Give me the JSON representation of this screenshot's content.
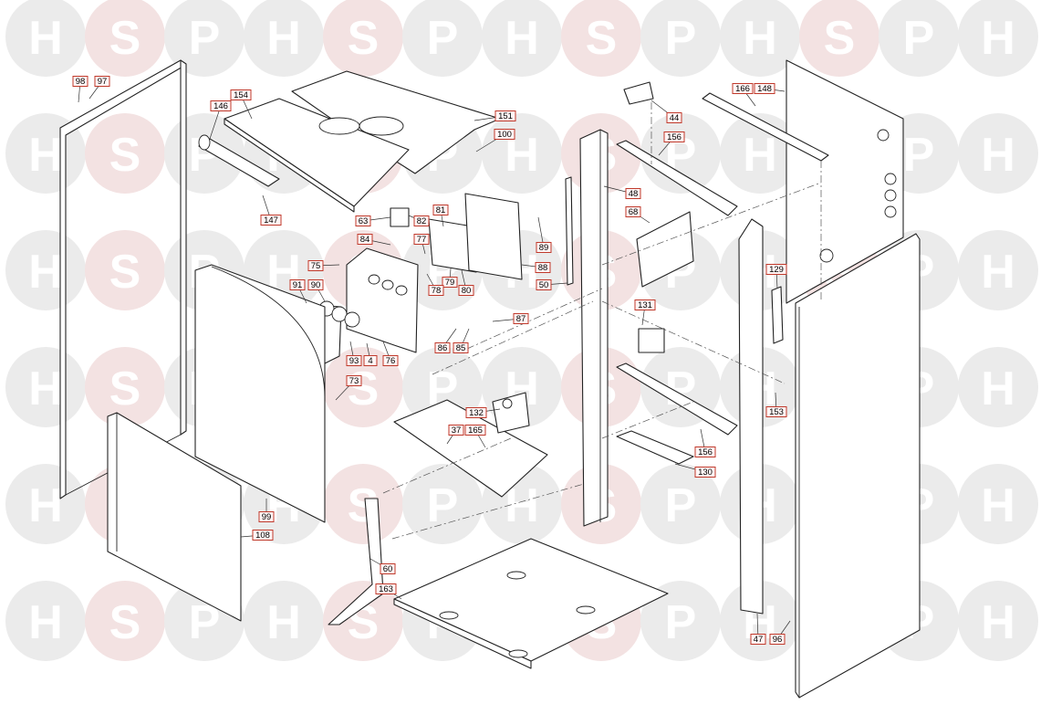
{
  "watermark": {
    "letters": [
      "H",
      "S",
      "P"
    ],
    "accent_color": "#f3e2e2",
    "base_color": "#ebebeb"
  },
  "callouts": [
    "98",
    "97",
    "154",
    "146",
    "151",
    "100",
    "147",
    "63",
    "82",
    "81",
    "84",
    "77",
    "75",
    "91",
    "90",
    "79",
    "78",
    "80",
    "89",
    "88",
    "50",
    "48",
    "68",
    "44",
    "156",
    "166",
    "148",
    "129",
    "131",
    "153",
    "93",
    "4",
    "76",
    "73",
    "87",
    "86",
    "85",
    "132",
    "37",
    "165",
    "156",
    "130",
    "99",
    "108",
    "60",
    "163",
    "47",
    "96"
  ]
}
